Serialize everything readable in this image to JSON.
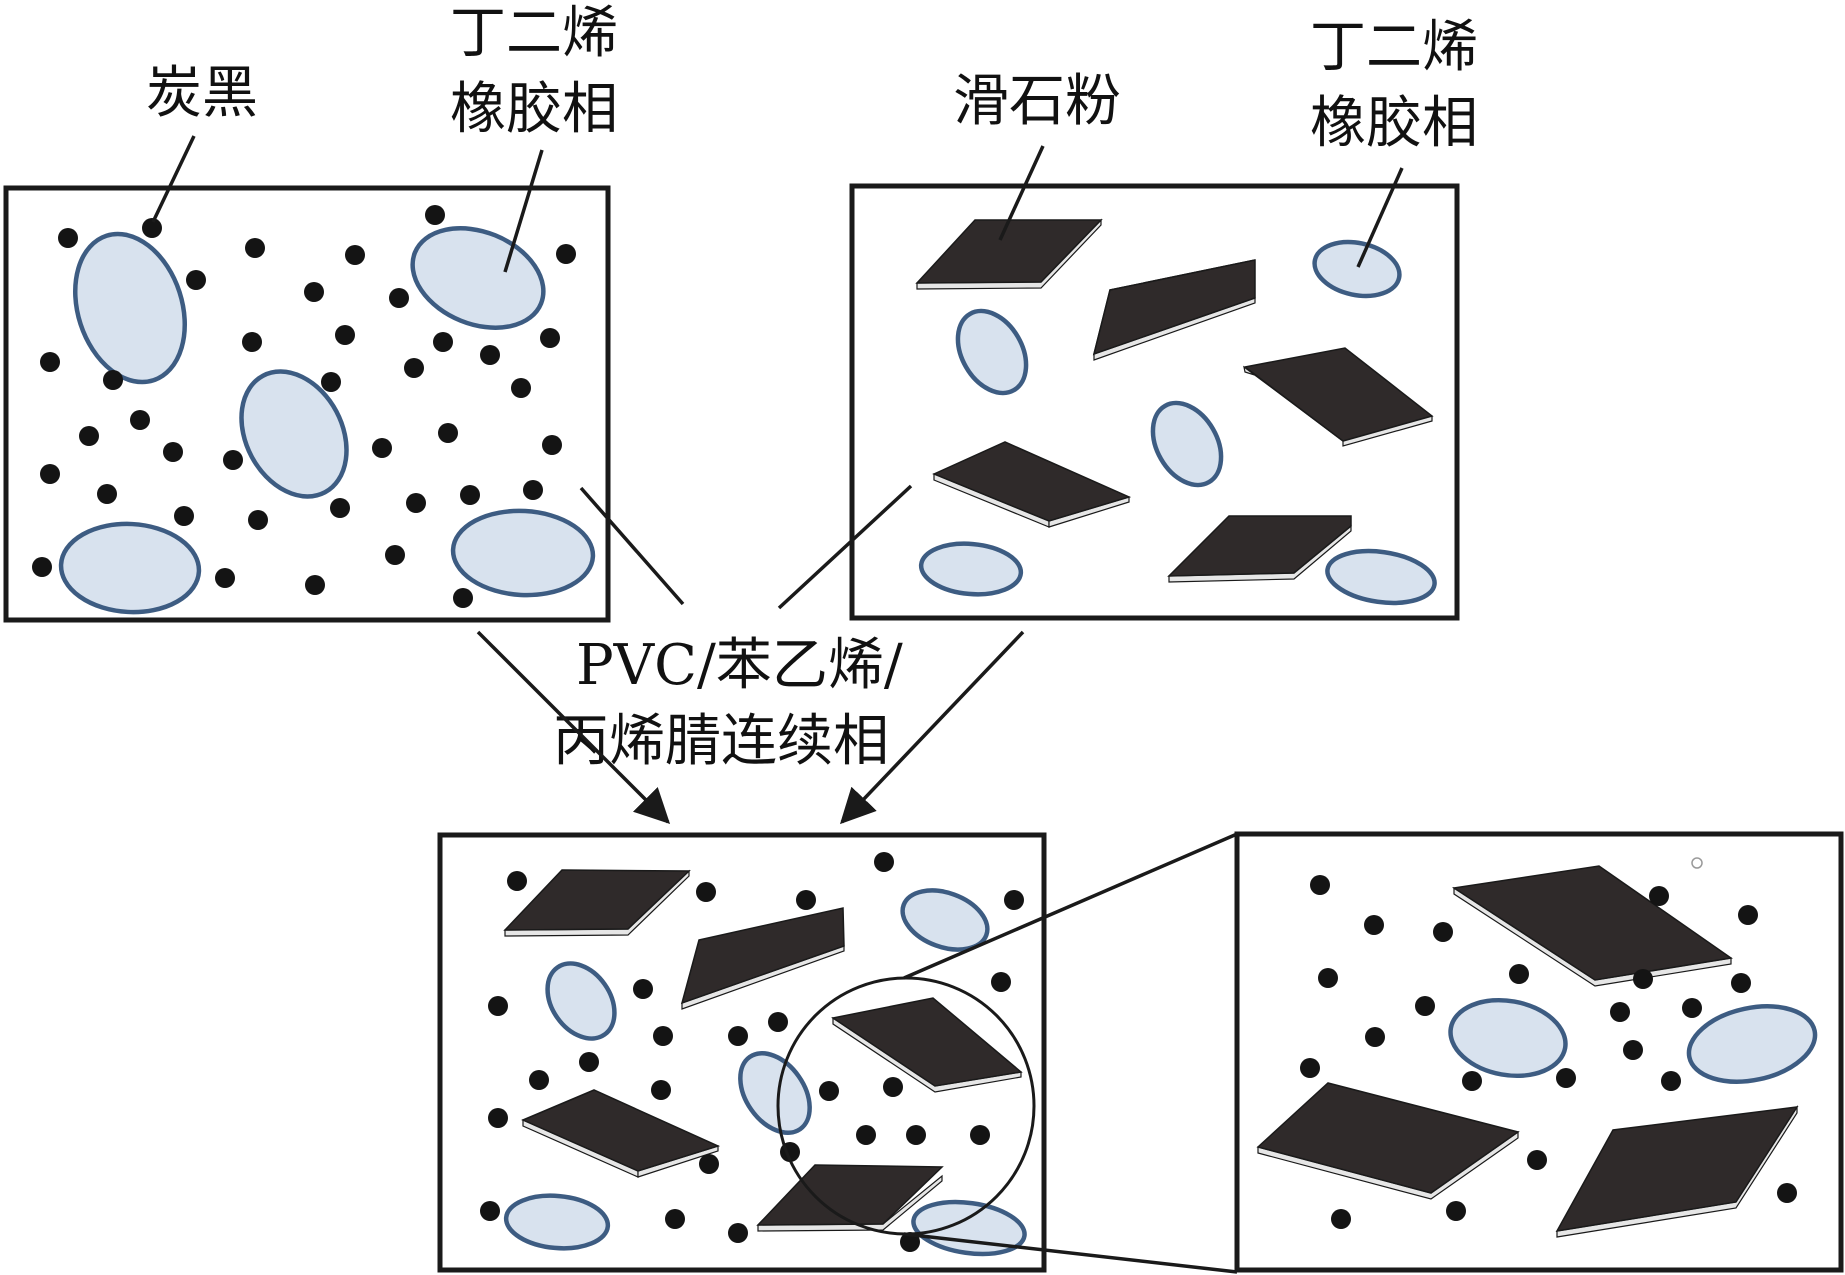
{
  "labels": {
    "carbon_black": "炭黑",
    "butadiene_rubber_left_line1": "丁二烯",
    "butadiene_rubber_left_line2": "橡胶相",
    "talc": "滑石粉",
    "butadiene_rubber_right_line1": "丁二烯",
    "butadiene_rubber_right_line2": "橡胶相",
    "continuous_phase_line1": "PVC/苯乙烯/",
    "continuous_phase_line2": "丙烯腈连续相"
  },
  "colors": {
    "carbon_black": "#141414",
    "rubber_fill": "#d8e2ee",
    "rubber_outline": "#3d5c82",
    "talc_face": "#2f2a2a",
    "talc_edge": "#e6e6e6",
    "frame": "#1a1a1a"
  }
}
